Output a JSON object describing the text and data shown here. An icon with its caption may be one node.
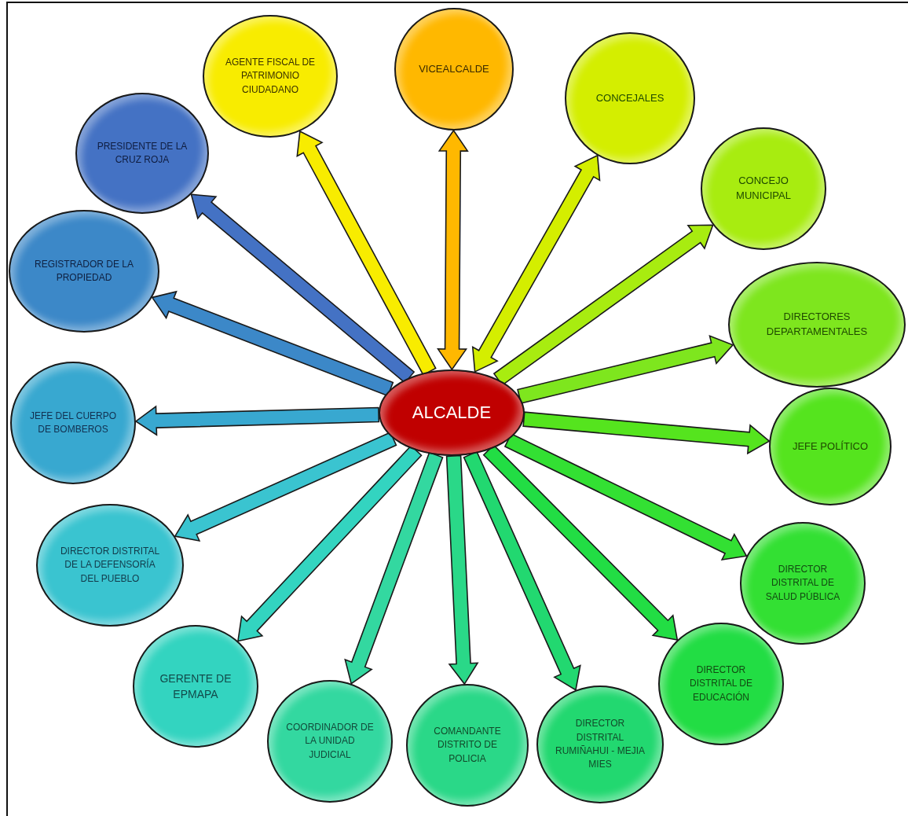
{
  "diagram": {
    "nodes": [
      {
        "text": [
          "ALCALDE"
        ]
      },
      {
        "text": [
          "VICEALCALDE"
        ]
      },
      {
        "text": [
          "CONCEJALES"
        ]
      },
      {
        "text": [
          "CONCEJO MUNICIPAL"
        ]
      },
      {
        "text": [
          "DIRECTORES DEPARTAMENTALES"
        ]
      },
      {
        "text": [
          "JEFE POLÍTICO"
        ]
      },
      {
        "text": [
          "DIRECTOR DISTRITAL DE SALUD PÚBLICA"
        ]
      },
      {
        "text": [
          "DIRECTOR DISTRITAL DE EDUCACIÓN"
        ]
      },
      {
        "text": [
          "DIRECTOR DISTRITAL RUMIÑAHUI - MEJIA MIES"
        ]
      },
      {
        "text": [
          "COMANDANTE DISTRITO DE POLICIA"
        ]
      },
      {
        "text": [
          "COORDINADOR DE LA UNIDAD JUDICIAL"
        ]
      },
      {
        "text": [
          "GERENTE DE EPMAPA"
        ]
      },
      {
        "text": [
          "DIRECTOR DISTRITAL DE LA DEFENSORÍA DEL PUEBLO"
        ]
      },
      {
        "text": [
          "JEFE DEL CUERPO DE BOMBEROS"
        ]
      },
      {
        "text": [
          "REGISTRADOR DE LA PROPIEDAD"
        ]
      },
      {
        "text": [
          "PRESIDENTE DE LA CRUZ ROJA"
        ]
      },
      {
        "text": [
          "AGENTE FISCAL DE PATRIMONIO CIUDADANO"
        ]
      }
    ],
    "edges": [
      {
        "from": 0,
        "to": 1,
        "arrow": "both"
      },
      {
        "from": 0,
        "to": 2,
        "arrow": "both"
      },
      {
        "from": 0,
        "to": 3,
        "arrow": "to"
      },
      {
        "from": 0,
        "to": 4,
        "arrow": "to"
      },
      {
        "from": 0,
        "to": 5,
        "arrow": "to"
      },
      {
        "from": 0,
        "to": 6,
        "arrow": "to"
      },
      {
        "from": 0,
        "to": 7,
        "arrow": "to"
      },
      {
        "from": 0,
        "to": 8,
        "arrow": "to"
      },
      {
        "from": 0,
        "to": 9,
        "arrow": "to"
      },
      {
        "from": 0,
        "to": 10,
        "arrow": "to"
      },
      {
        "from": 0,
        "to": 11,
        "arrow": "to"
      },
      {
        "from": 0,
        "to": 12,
        "arrow": "to"
      },
      {
        "from": 0,
        "to": 13,
        "arrow": "to"
      },
      {
        "from": 0,
        "to": 14,
        "arrow": "to"
      },
      {
        "from": 0,
        "to": 15,
        "arrow": "to"
      },
      {
        "from": 0,
        "to": 16,
        "arrow": "to"
      }
    ]
  }
}
